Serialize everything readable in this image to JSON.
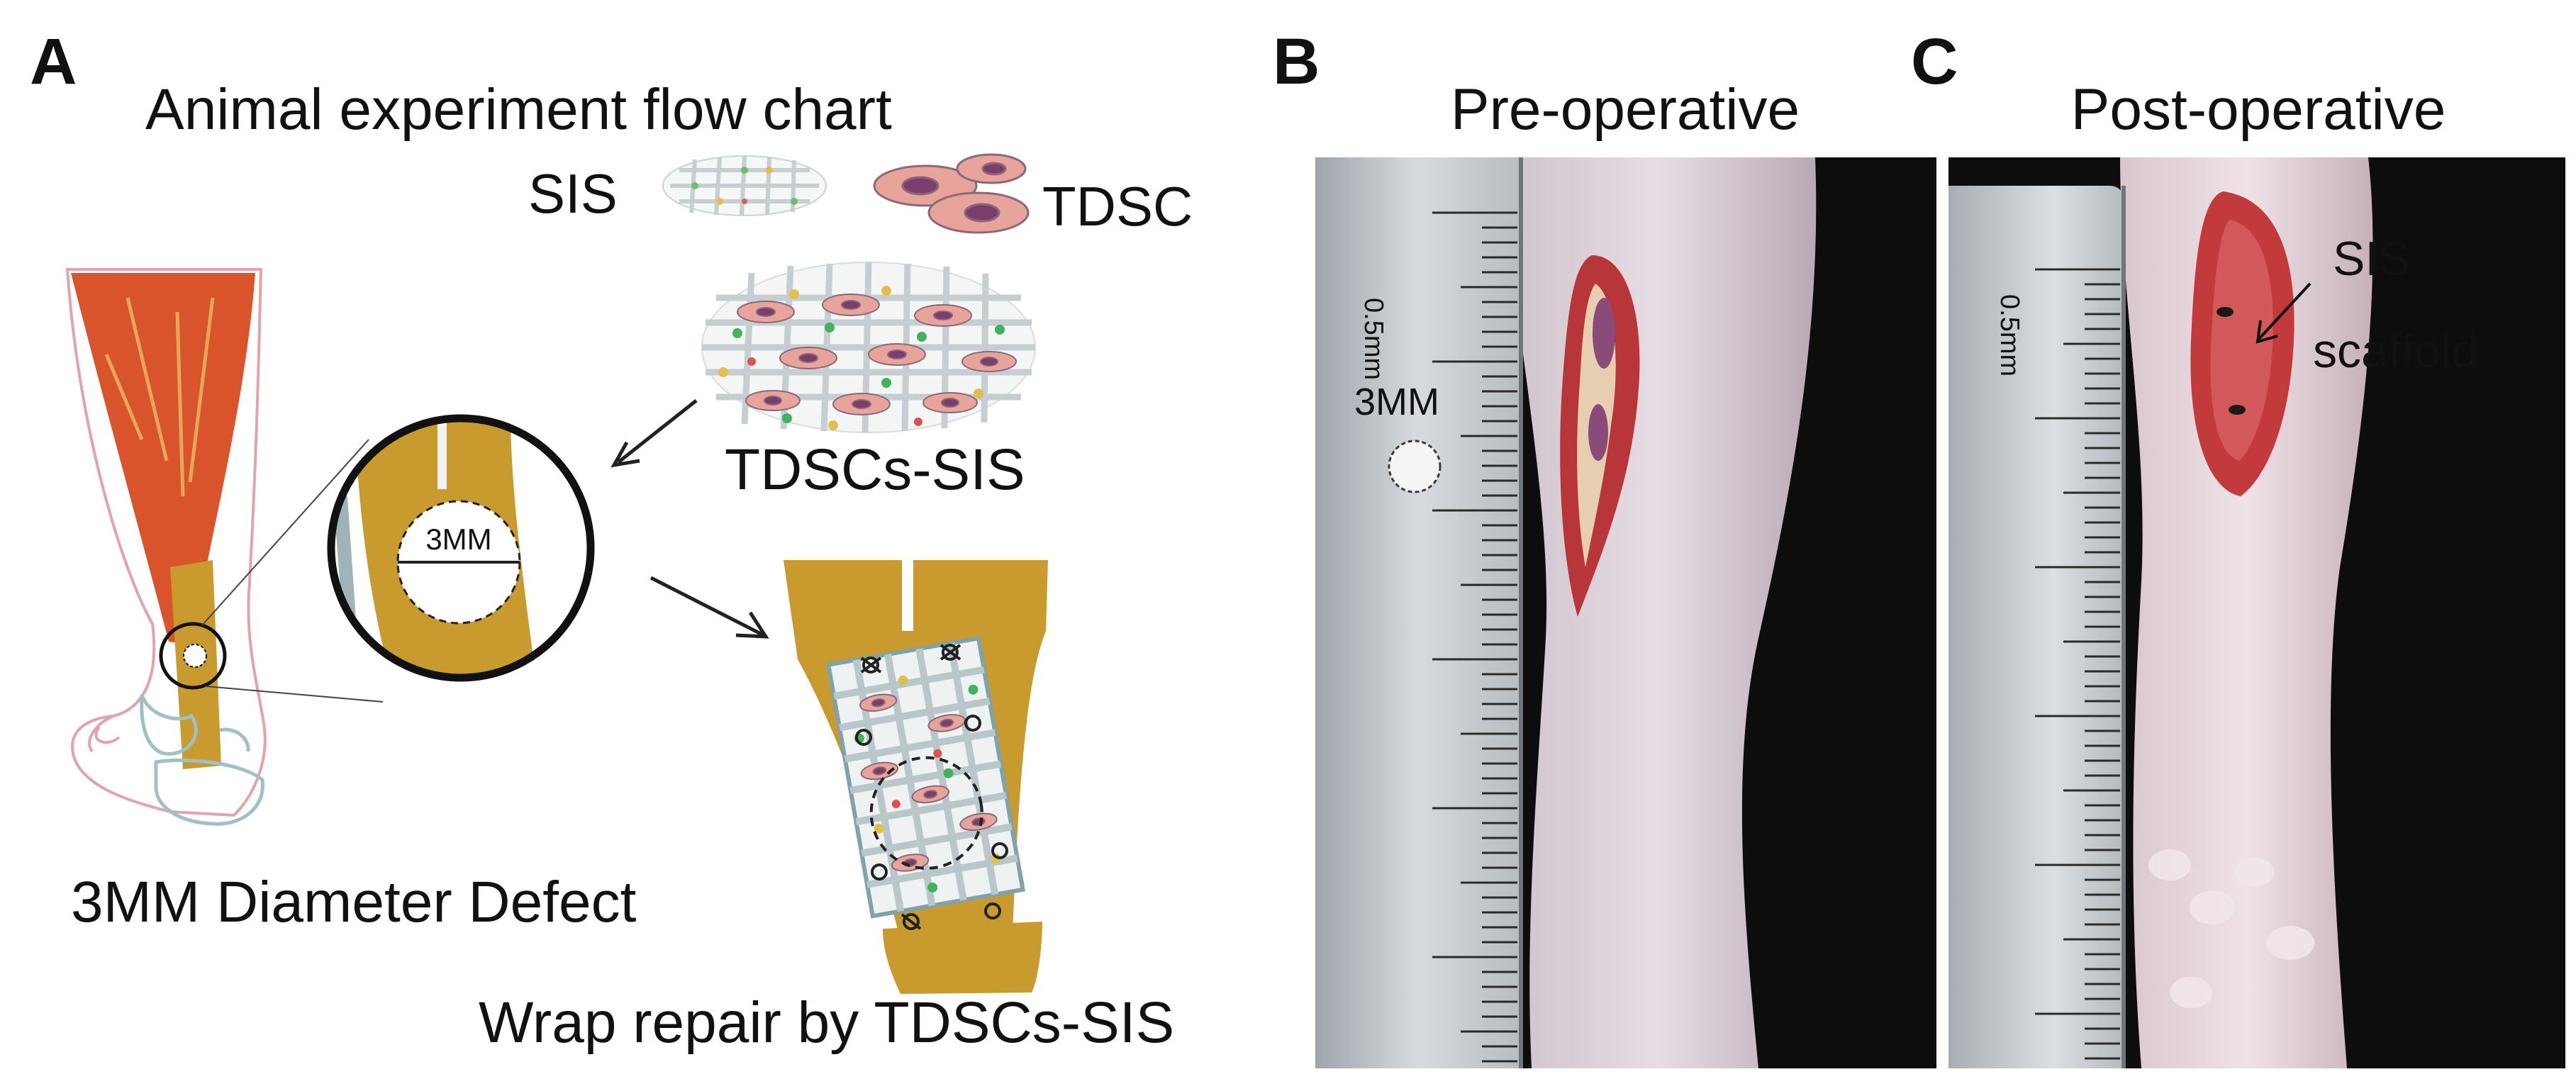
{
  "panels": {
    "a": {
      "letter": "A",
      "title": "Animal experiment flow chart",
      "sis_label": "SIS",
      "tdsc_label": "TDSC",
      "construct_label": "TDSCs-SIS",
      "defect_size": "3MM",
      "defect_caption": "3MM Diameter Defect",
      "repair_caption": "Wrap repair by TDSCs-SIS"
    },
    "b": {
      "letter": "B",
      "title": "Pre-operative",
      "ruler_label": "0.5mm",
      "defect_size": "3MM"
    },
    "c": {
      "letter": "C",
      "title": "Post-operative",
      "ruler_label": "0.5mm",
      "scaffold_label_line1": "SIS",
      "scaffold_label_line2": "scaffold"
    }
  },
  "colors": {
    "muscle": "#d9542a",
    "tendon": "#c99a2e",
    "cell": "#e8a49a",
    "nucleus": "#7a3e6e",
    "mesh": "#c9d3d6",
    "photo_bg": "#0d0d0d",
    "ruler": "#c3c7cc",
    "skin": "#d8cbd3",
    "wound": "#b8363a"
  }
}
